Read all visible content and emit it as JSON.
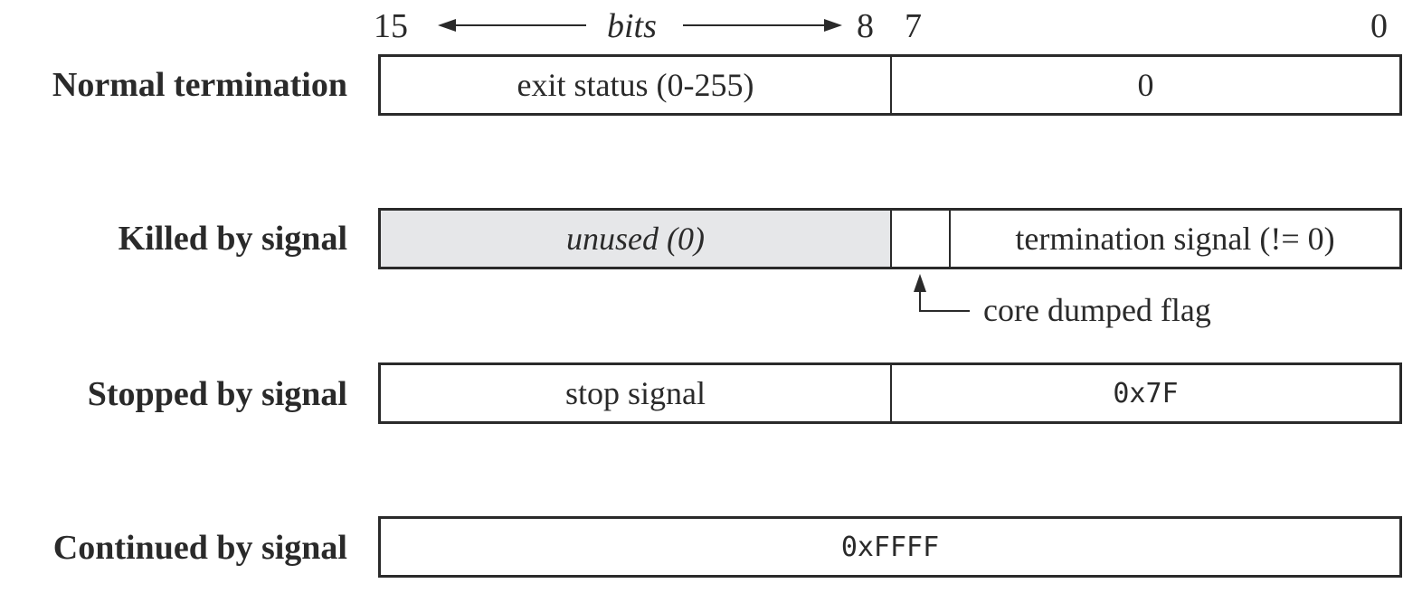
{
  "header": {
    "bit_15": "15",
    "bits_label": "bits",
    "bit_8": "8",
    "bit_7": "7",
    "bit_0": "0"
  },
  "rows": {
    "normal": {
      "label": "Normal termination",
      "high": "exit status (0-255)",
      "low": "0"
    },
    "killed": {
      "label": "Killed by signal",
      "high": "unused (0)",
      "low": "termination signal (!= 0)",
      "flag_annotation": "core dumped flag"
    },
    "stopped": {
      "label": "Stopped by signal",
      "high": "stop signal",
      "low": "0x7F"
    },
    "continued": {
      "label": "Continued by signal",
      "full": "0xFFFF"
    }
  },
  "colors": {
    "ink": "#2a2a2a",
    "unused_fill": "#e6e7e9"
  }
}
